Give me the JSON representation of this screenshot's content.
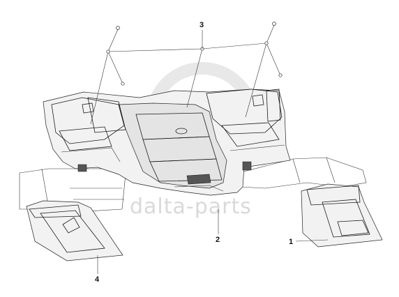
{
  "diagram": {
    "callouts": [
      {
        "id": "3",
        "label": "3"
      },
      {
        "id": "2",
        "label": "2"
      },
      {
        "id": "1",
        "label": "1"
      },
      {
        "id": "4",
        "label": "4"
      }
    ],
    "watermark": "dalta-parts"
  }
}
